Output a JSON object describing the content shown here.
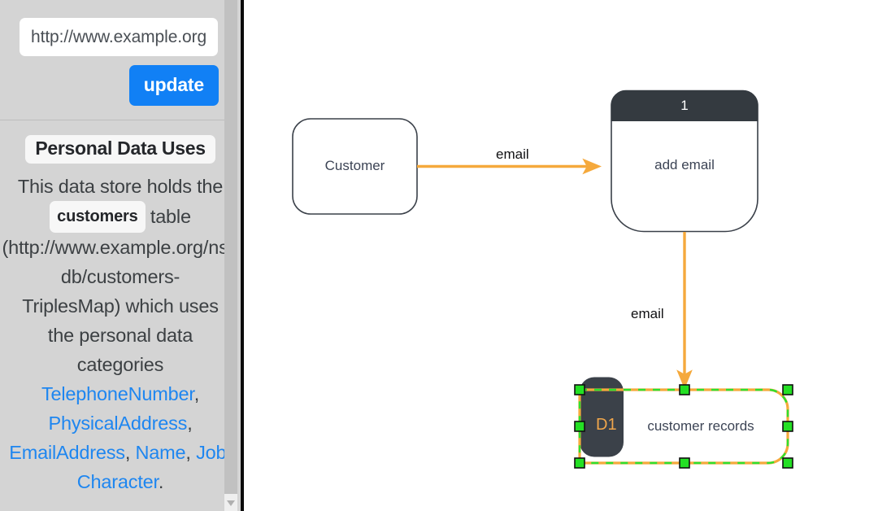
{
  "sidebar": {
    "url_input": {
      "value": "http://www.example.org/ns#",
      "placeholder": "http://www.example.org/ns#"
    },
    "update_label": "update",
    "heading": "Personal Data Uses",
    "paragraph": {
      "lines": [
        "This data store holds the",
        "table",
        "(http://www.example.org/ns#",
        "db/customers-",
        "TriplesMap) which uses",
        "the personal data",
        "categories"
      ],
      "code_token": "customers",
      "intro": "This data store holds the",
      "table_word": "table",
      "url_line": "(http://www.example.org/ns#",
      "url_line2": "db/customers-",
      "url_line3": "TriplesMap) which uses",
      "uses_line": "the personal data",
      "categories_word": "categories",
      "categories": [
        "TelephoneNumber",
        "PhysicalAddress",
        "EmailAddress",
        "Name",
        "Job",
        "Character"
      ],
      "trailing_period": "."
    },
    "scrollbar": {
      "down_arrow_icon": "chevron-down-icon"
    }
  },
  "diagram": {
    "nodes": {
      "external_entity": {
        "label": "Customer"
      },
      "process": {
        "number": "1",
        "label": "add email"
      },
      "datastore": {
        "id": "D1",
        "label": "customer records",
        "selected": true
      }
    },
    "edges": [
      {
        "label": "email",
        "from": "Customer",
        "to": "add email",
        "direction": "horizontal"
      },
      {
        "label": "email",
        "from": "add email",
        "to": "customer records",
        "direction": "vertical"
      }
    ],
    "colors": {
      "flow": "#f5a93c",
      "node_stroke": "#3a4049",
      "header_fill": "#343a40",
      "selection_outline": "#f5a93c",
      "selection_dash": "#2ee02e",
      "handle_fill": "#24e024",
      "handle_stroke": "#101010",
      "store_id_text": "#f0a64b"
    },
    "selection_handles": 8
  }
}
